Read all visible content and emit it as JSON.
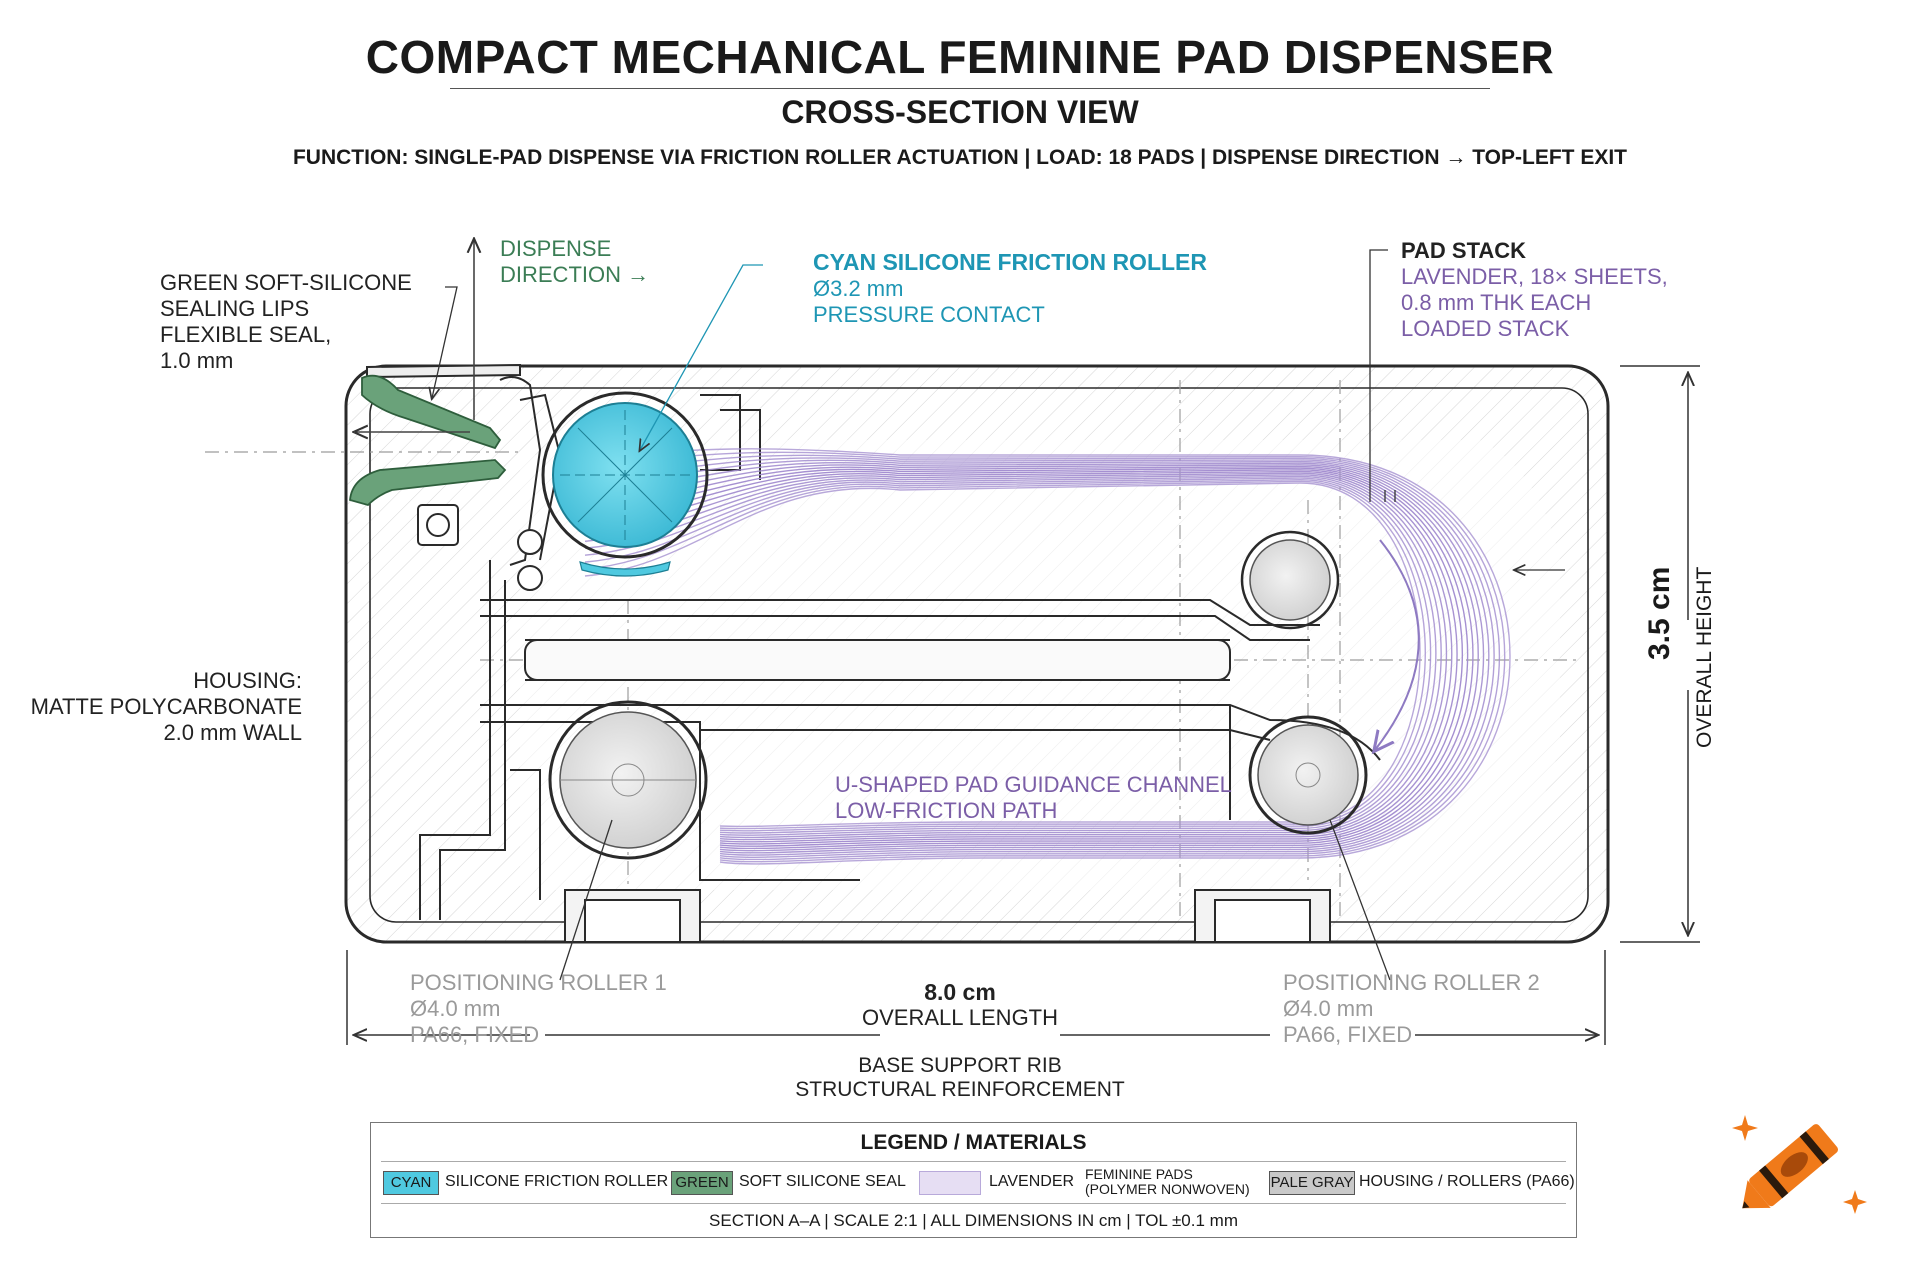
{
  "header": {
    "title": "COMPACT MECHANICAL FEMININE PAD DISPENSER",
    "subtitle": "CROSS-SECTION VIEW",
    "function_line": "FUNCTION: SINGLE-PAD DISPENSE VIA FRICTION ROLLER ACTUATION  |  LOAD: 18 PADS  |  DISPENSE DIRECTION → TOP-LEFT EXIT"
  },
  "labels": {
    "seal_line1": "GREEN SOFT-SILICONE",
    "seal_line2": "SEALING LIPS",
    "seal_line3": "FLEXIBLE SEAL,",
    "seal_line4": "1.0 mm",
    "dispense_line1": "DISPENSE",
    "dispense_line2": "DIRECTION →",
    "roller_line1": "CYAN SILICONE FRICTION ROLLER",
    "roller_line2": "Ø3.2 mm",
    "roller_line3": "PRESSURE CONTACT",
    "stack_line1": "PAD STACK",
    "stack_line2": "LAVENDER, 18× SHEETS,",
    "stack_line3": "0.8 mm THK EACH",
    "stack_line4": "LOADED STACK",
    "housing_line1": "HOUSING:",
    "housing_line2": "MATTE POLYCARBONATE",
    "housing_line3": "2.0 mm WALL",
    "channel_line1": "U-SHAPED PAD GUIDANCE CHANNEL",
    "channel_line2": "LOW-FRICTION PATH",
    "pr1_line1": "POSITIONING ROLLER 1",
    "pr1_line2": "Ø4.0 mm",
    "pr1_line3": "PA66, FIXED",
    "pr2_line1": "POSITIONING ROLLER 2",
    "pr2_line2": "Ø4.0 mm",
    "pr2_line3": "PA66, FIXED",
    "length_value": "8.0 cm",
    "length_label": "OVERALL LENGTH",
    "height_value": "3.5 cm",
    "height_label": "OVERALL HEIGHT",
    "rib_line1": "BASE SUPPORT RIB",
    "rib_line2": "STRUCTURAL REINFORCEMENT"
  },
  "legend": {
    "title": "LEGEND / MATERIALS",
    "items": [
      {
        "swatch": "CYAN",
        "text": "SILICONE FRICTION ROLLER",
        "color": "#4fc9e0"
      },
      {
        "swatch": "GREEN",
        "text": "SOFT SILICONE SEAL",
        "color": "#6aa27a"
      },
      {
        "swatch": "",
        "text": "LAVENDER",
        "text2a": "FEMININE PADS",
        "text2b": "(POLYMER NONWOVEN)",
        "color": "#e6def3"
      },
      {
        "swatch": "PALE GRAY",
        "text": "HOUSING / ROLLERS (PA66)",
        "color": "#c9c9c9"
      }
    ],
    "footer": "SECTION A–A   |   SCALE 2:1   |   ALL DIMENSIONS IN cm   |   TOL ±0.1 mm"
  },
  "colors": {
    "cyan": "#4fc9e0",
    "green": "#5e9a6c",
    "lavender": "#a48fd0",
    "housing_line": "#2a2a2a",
    "roller_gray": "#e3e3e3"
  }
}
